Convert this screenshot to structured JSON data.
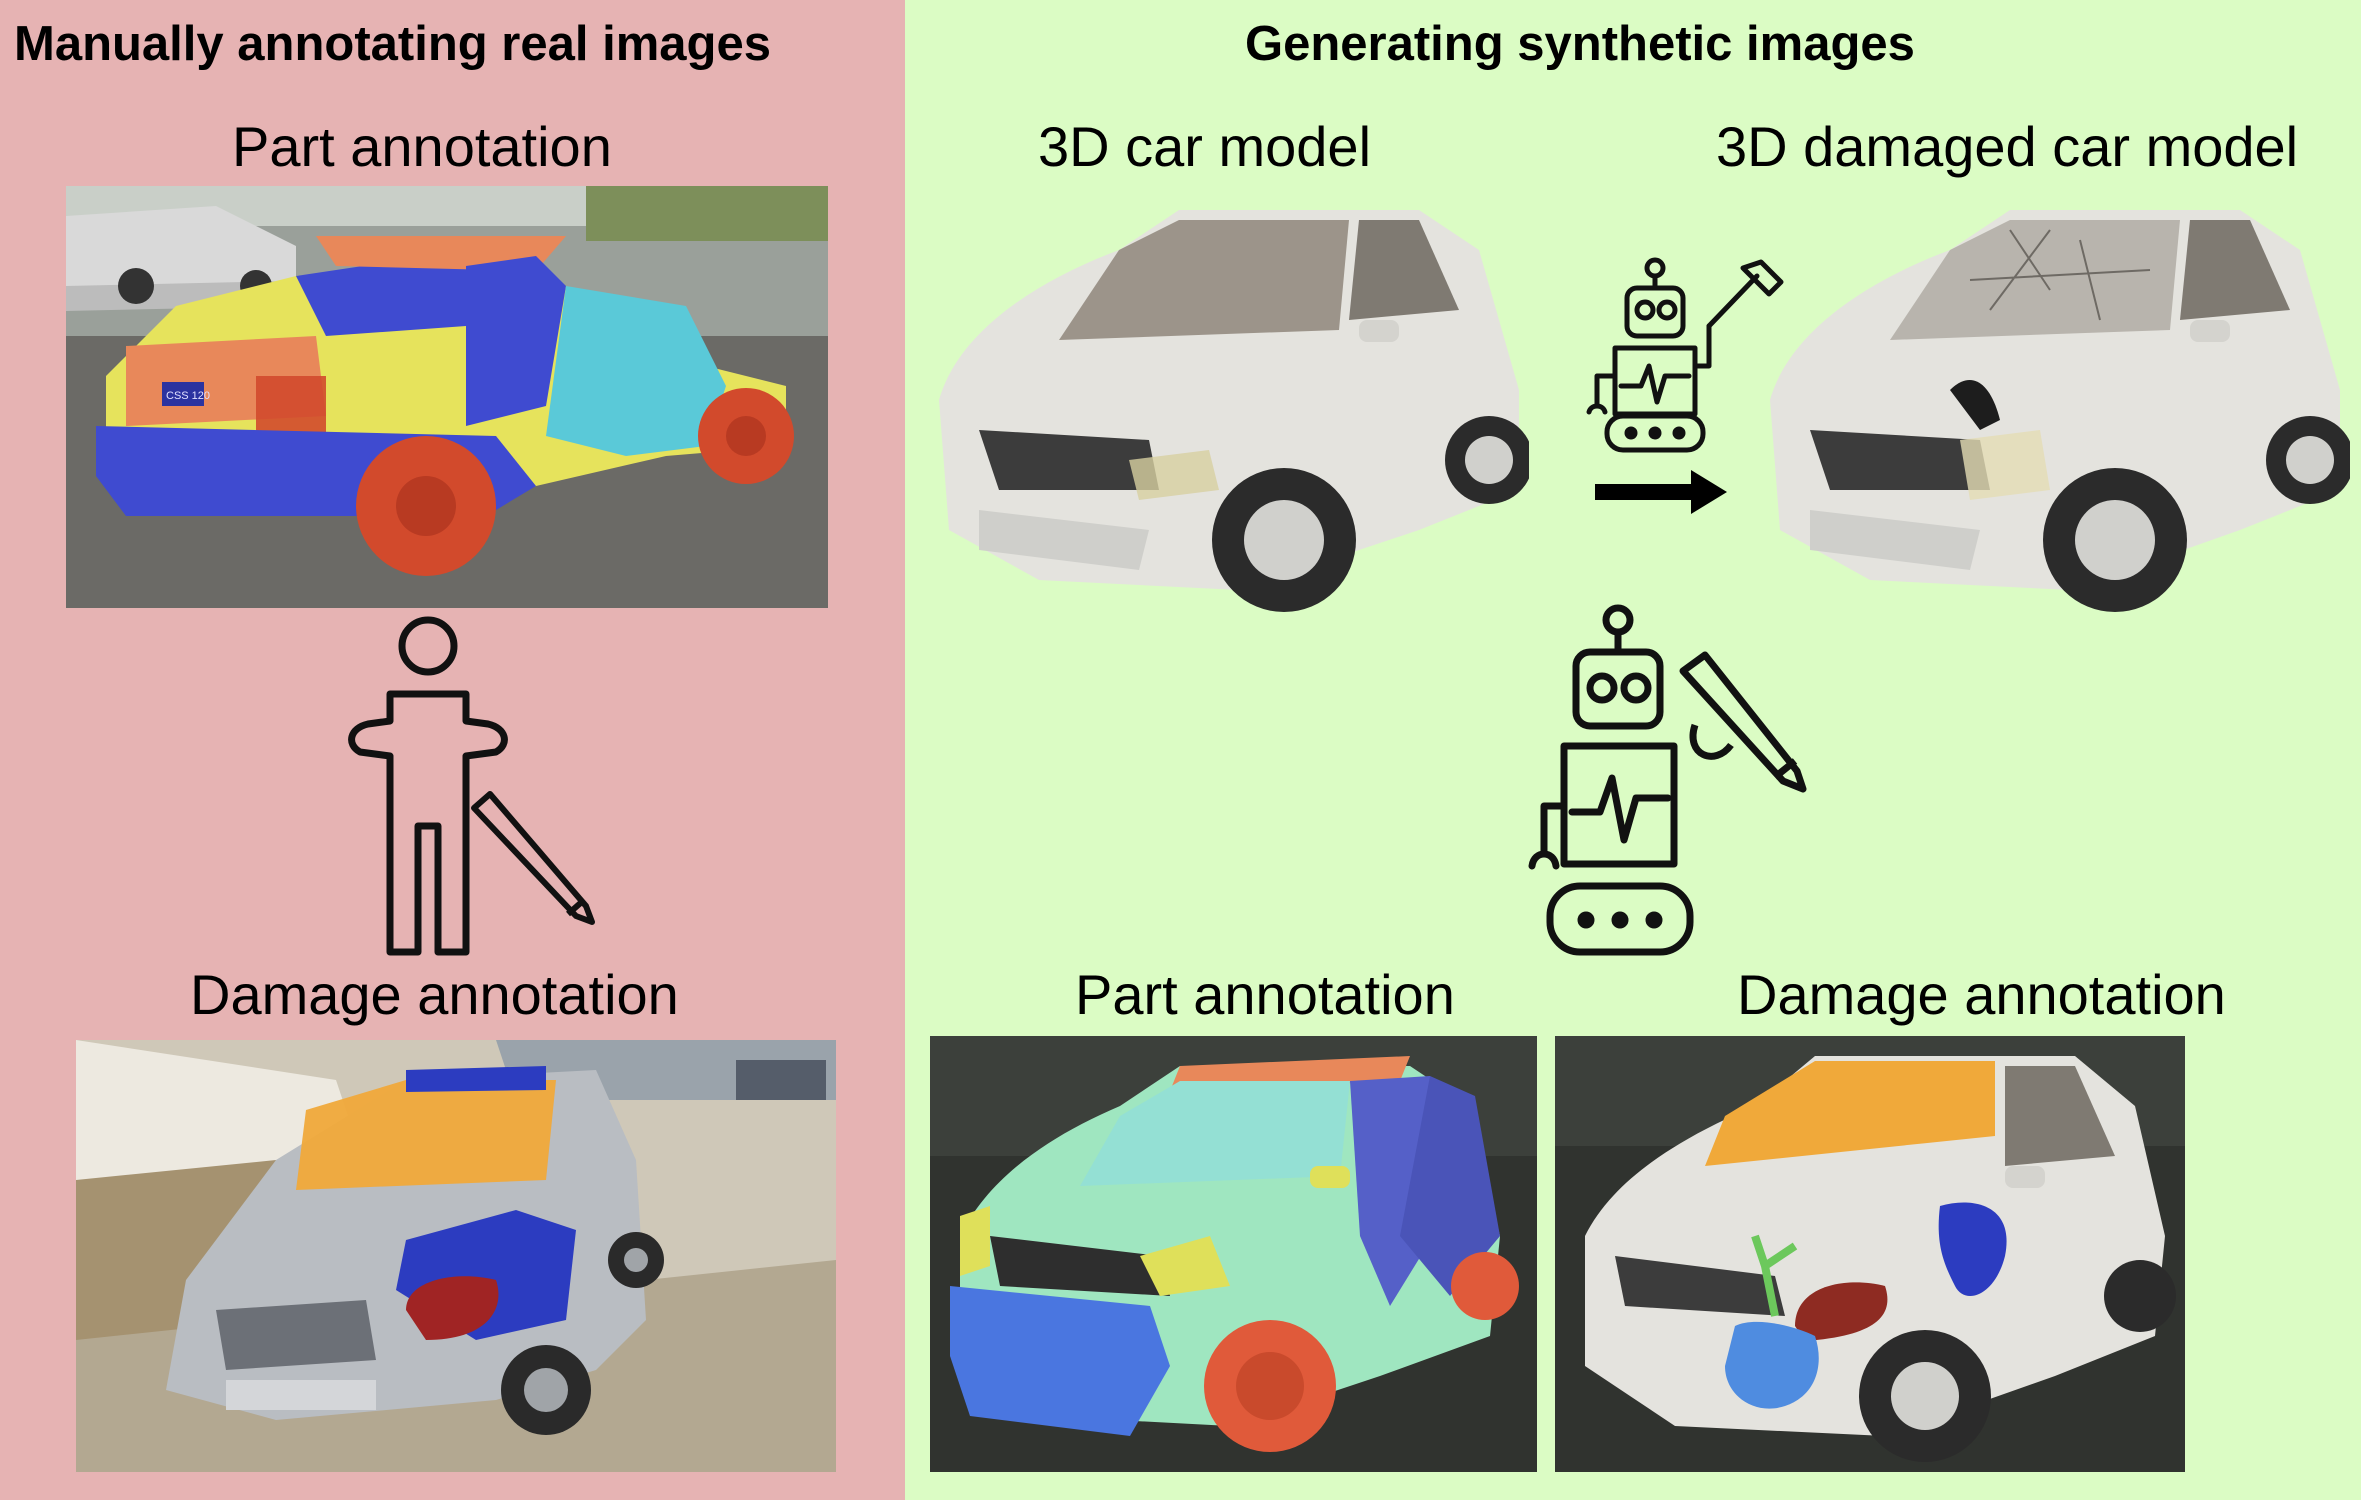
{
  "colors": {
    "left_panel_bg": "#e6b3b3",
    "right_panel_bg": "#dbfcc4",
    "part_orange": "#e8885a",
    "part_yellow": "#e6e35c",
    "part_blue": "#3f4bd0",
    "part_cyan": "#5ac9d8",
    "part_red": "#d24a2c",
    "damage_orange": "#f0a93a",
    "damage_blue": "#2c3cc0",
    "damage_red": "#a02424",
    "damage_lightblue": "#4f8ce0",
    "damage_green": "#6cc85c"
  },
  "left": {
    "title": "Manually annotating real images",
    "part_label": "Part annotation",
    "damage_label": "Damage annotation",
    "part_plate": "CSS 120",
    "icons": [
      "human-annotator-icon",
      "pencil-icon"
    ]
  },
  "right": {
    "title": "Generating synthetic images",
    "model_label": "3D car model",
    "damaged_label": "3D damaged car model",
    "part_label": "Part annotation",
    "damage_label": "Damage annotation",
    "icons": [
      "robot-hammer-icon",
      "arrow-right-icon",
      "robot-pencil-icon"
    ]
  }
}
